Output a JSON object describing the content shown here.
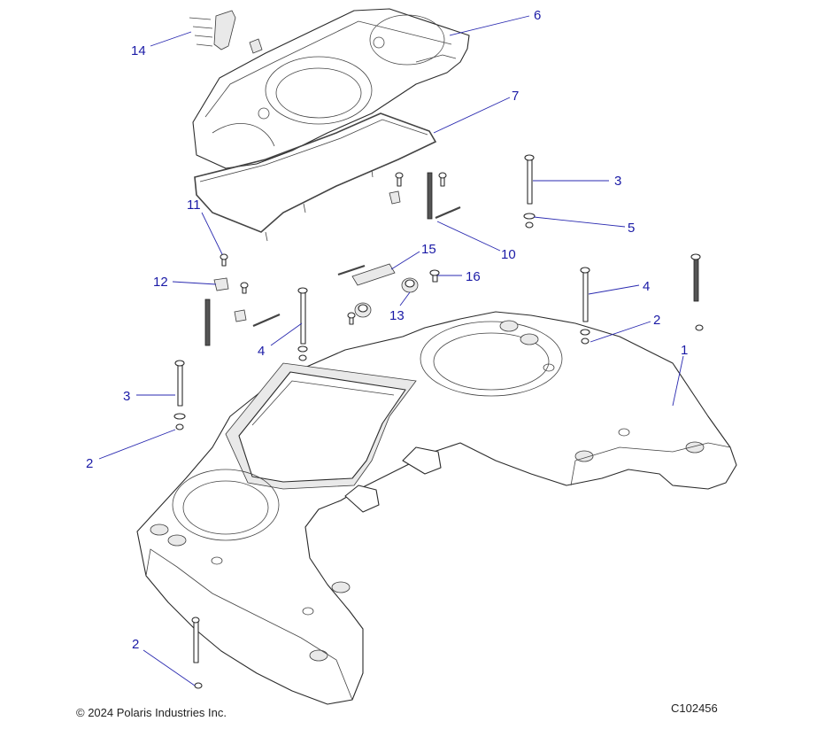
{
  "diagram": {
    "copyright": "© 2024 Polaris Industries Inc.",
    "figure_id": "C102456",
    "callouts": [
      {
        "id": "c1",
        "label": "1"
      },
      {
        "id": "c2a",
        "label": "2"
      },
      {
        "id": "c2b",
        "label": "2"
      },
      {
        "id": "c2c",
        "label": "2"
      },
      {
        "id": "c3a",
        "label": "3"
      },
      {
        "id": "c3b",
        "label": "3"
      },
      {
        "id": "c4a",
        "label": "4"
      },
      {
        "id": "c4b",
        "label": "4"
      },
      {
        "id": "c5",
        "label": "5"
      },
      {
        "id": "c6",
        "label": "6"
      },
      {
        "id": "c7",
        "label": "7"
      },
      {
        "id": "c10",
        "label": "10"
      },
      {
        "id": "c11",
        "label": "11"
      },
      {
        "id": "c12",
        "label": "12"
      },
      {
        "id": "c13",
        "label": "13"
      },
      {
        "id": "c14",
        "label": "14"
      },
      {
        "id": "c15",
        "label": "15"
      },
      {
        "id": "c16",
        "label": "16"
      }
    ],
    "colors": {
      "callout_text": "#1a1aa6",
      "leader": "#2a2ab0",
      "outline": "#2b2b2b"
    }
  }
}
